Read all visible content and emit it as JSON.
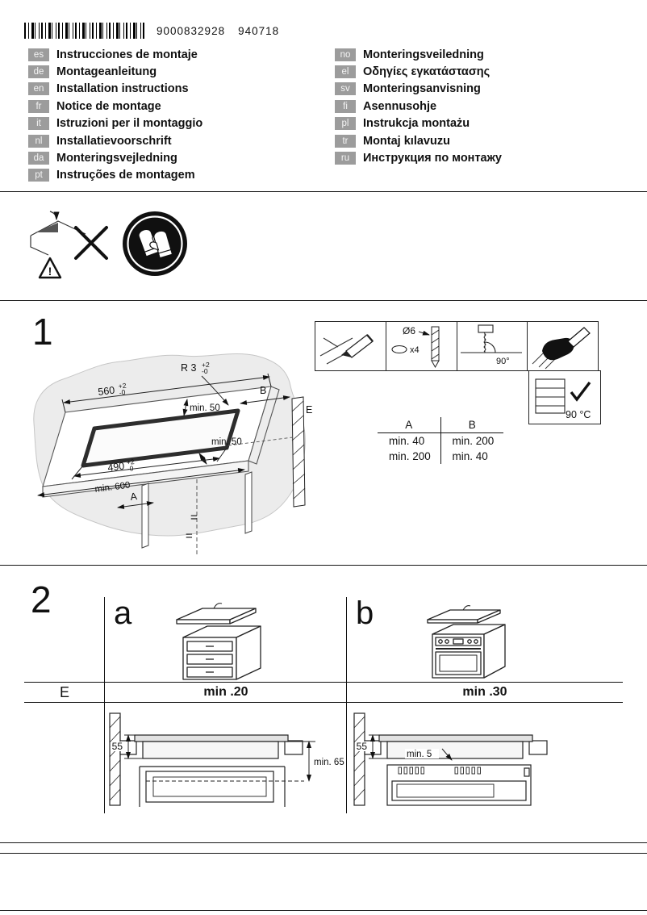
{
  "header": {
    "material_number": "9000832928",
    "date_code": "940718"
  },
  "languages": {
    "left": [
      {
        "code": "es",
        "title": "Instrucciones de montaje"
      },
      {
        "code": "de",
        "title": "Montageanleitung"
      },
      {
        "code": "en",
        "title": "Installation instructions"
      },
      {
        "code": "fr",
        "title": "Notice de montage"
      },
      {
        "code": "it",
        "title": "Istruzioni per il montaggio"
      },
      {
        "code": "nl",
        "title": "Installatievoorschrift"
      },
      {
        "code": "da",
        "title": "Monteringsvejledning"
      },
      {
        "code": "pt",
        "title": "Instruções de montagem"
      }
    ],
    "right": [
      {
        "code": "no",
        "title": "Monteringsveiledning"
      },
      {
        "code": "el",
        "title": "Οδηγίες εγκατάστασης"
      },
      {
        "code": "sv",
        "title": "Monteringsanvisning"
      },
      {
        "code": "fi",
        "title": "Asennusohje"
      },
      {
        "code": "pl",
        "title": "Instrukcja montażu"
      },
      {
        "code": "tr",
        "title": "Montaj kılavuzu"
      },
      {
        "code": "ru",
        "title": "Инструкция по монтажу"
      }
    ]
  },
  "safety": {
    "exclamation": "!"
  },
  "step1": {
    "number": "1",
    "dims": {
      "radius": "R 3",
      "radius_plus": "+2",
      "radius_minus": "-0",
      "width": "560",
      "width_plus": "+2",
      "width_minus": "-0",
      "depth": "490",
      "depth_plus": "+2",
      "depth_minus": "-0",
      "min50_back": "min. 50",
      "min50_front": "min. 50",
      "min600": "min. 600",
      "label_a": "A",
      "label_b": "B",
      "label_e": "E",
      "equal": "="
    },
    "tools": {
      "drill_diameter": "Ø6",
      "drill_count": "x4",
      "cut_angle": "90°",
      "heat_resistance": "90 °C"
    },
    "table": {
      "header_a": "A",
      "header_b": "B",
      "rows": [
        {
          "a": "min. 40",
          "b": "min. 200"
        },
        {
          "a": "min. 200",
          "b": "min. 40"
        }
      ]
    }
  },
  "step2": {
    "number": "2",
    "variant_a": "a",
    "variant_b": "b",
    "row_label": "E",
    "clearance_a": "min .20",
    "clearance_b": "min .30",
    "hob_height_a": "55",
    "hob_height_b": "55",
    "drawer_clearance": "min. 65",
    "oven_clearance": "min. 5"
  }
}
